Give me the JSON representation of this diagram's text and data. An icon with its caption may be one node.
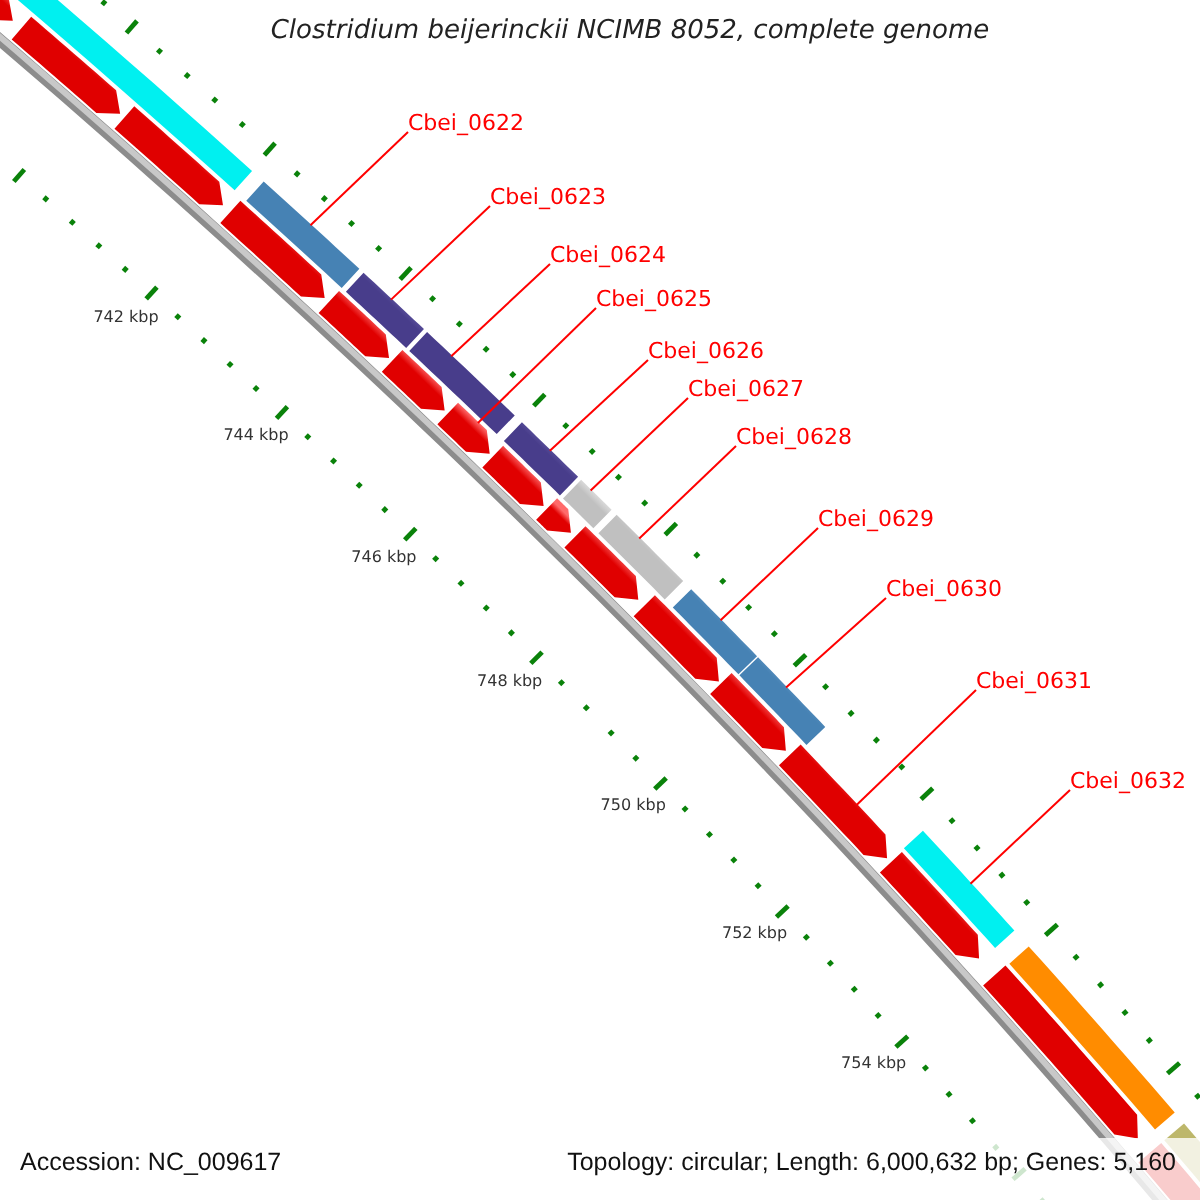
{
  "diagram": {
    "title": "Clostridium beijerinckii NCIMB 8052, complete genome",
    "nodes": [
      {
        "text": [
          "Cbei_0622"
        ]
      },
      {
        "text": [
          "Cbei_0623"
        ]
      },
      {
        "text": [
          "Cbei_0624"
        ]
      },
      {
        "text": [
          "Cbei_0625"
        ]
      },
      {
        "text": [
          "Cbei_0626"
        ]
      },
      {
        "text": [
          "Cbei_0627"
        ]
      },
      {
        "text": [
          "Cbei_0628"
        ]
      },
      {
        "text": [
          "Cbei_0629"
        ]
      },
      {
        "text": [
          "Cbei_0630"
        ]
      },
      {
        "text": [
          "Cbei_0631"
        ]
      },
      {
        "text": [
          "Cbei_0632"
        ]
      },
      {
        "text": [],
        "shape": "bar"
      },
      {
        "text": [],
        "shape": "bar"
      },
      {
        "text": [],
        "shape": "bar"
      },
      {
        "text": [],
        "shape": "bar"
      },
      {
        "text": [],
        "shape": "bar"
      },
      {
        "text": [],
        "shape": "bar"
      },
      {
        "text": [],
        "shape": "bar"
      },
      {
        "text": [],
        "shape": "bar"
      },
      {
        "text": [],
        "shape": "bar"
      },
      {
        "text": [],
        "shape": "bar"
      },
      {
        "text": [],
        "shape": "bar"
      }
    ],
    "edges": [
      {
        "from": 0,
        "to": 11,
        "arrow": "none"
      },
      {
        "from": 1,
        "to": 12,
        "arrow": "none"
      },
      {
        "from": 2,
        "to": 13,
        "arrow": "none"
      },
      {
        "from": 3,
        "to": 14,
        "arrow": "none"
      },
      {
        "from": 4,
        "to": 15,
        "arrow": "none"
      },
      {
        "from": 5,
        "to": 16,
        "arrow": "none"
      },
      {
        "from": 6,
        "to": 17,
        "arrow": "none"
      },
      {
        "from": 7,
        "to": 18,
        "arrow": "none"
      },
      {
        "from": 8,
        "to": 19,
        "arrow": "none"
      },
      {
        "from": 9,
        "to": 20,
        "arrow": "none"
      },
      {
        "from": 10,
        "to": 21,
        "arrow": "none"
      }
    ],
    "labels": [
      "742 kbp",
      "744 kbp",
      "746 kbp",
      "748 kbp",
      "750 kbp",
      "752 kbp",
      "754 kbp",
      "Accession: NC_009617",
      "Topology: circular; Length: 6,000,632 bp; Genes: 5,160"
    ]
  }
}
